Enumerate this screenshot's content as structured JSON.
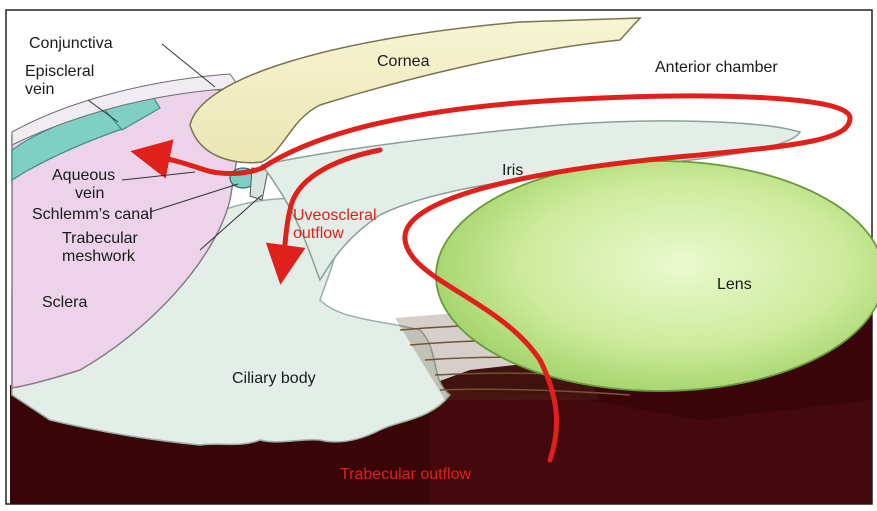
{
  "labels": {
    "conjunctiva": "Conjunctiva",
    "episcleral_vein_line1": "Episcleral",
    "episcleral_vein_line2": "vein",
    "cornea": "Cornea",
    "anterior_chamber": "Anterior chamber",
    "iris": "Iris",
    "aqueous_vein_line1": "Aqueous",
    "aqueous_vein_line2": "vein",
    "schlemms_canal": "Schlemm’s canal",
    "trabecular_meshwork_line1": "Trabecular",
    "trabecular_meshwork_line2": "meshwork",
    "uveoscleral_outflow_line1": "Uveoscleral",
    "uveoscleral_outflow_line2": "outflow",
    "lens": "Lens",
    "sclera": "Sclera",
    "ciliary_body": "Ciliary body",
    "trabecular_outflow": "Trabecular outflow"
  },
  "colors": {
    "outflow_arrow": "#e0201b",
    "cornea": "#f3efc4",
    "sclera": "#ecd3ea",
    "ciliary_body": "#e3eee9",
    "episcleral_vein": "#7fcfc4",
    "lens_center": "#e6f7c8",
    "lens_edge": "#a9d86f",
    "choroid": "#3a0508",
    "zonules": "#7a5a3a"
  }
}
